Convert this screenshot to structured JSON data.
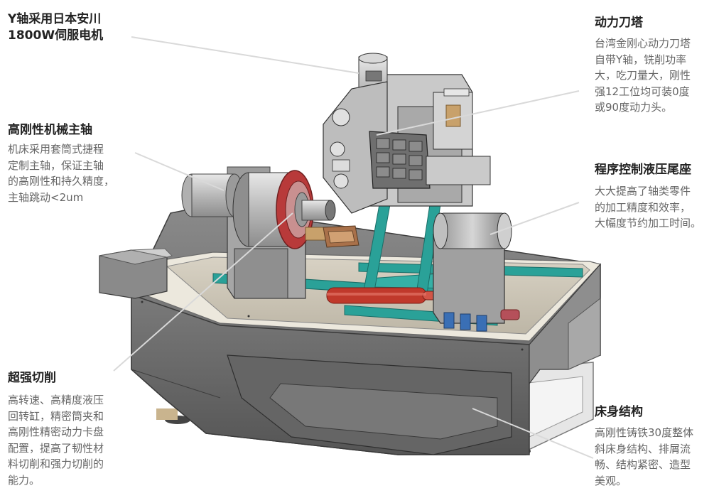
{
  "annotations": {
    "y_axis_motor": {
      "title": [
        "Y轴采用日本安川",
        "1800W伺服电机"
      ]
    },
    "spindle": {
      "title": "高刚性机械主轴",
      "desc": [
        "机床采用套筒式捷程",
        "定制主轴，保证主轴",
        "的高刚性和持久精度，",
        "主轴跳动<2um"
      ]
    },
    "cutting": {
      "title": "超强切削",
      "desc": [
        "高转速、高精度液压",
        "回转缸，精密筒夹和",
        "高刚性精密动力卡盘",
        "配置，提高了韧性材",
        "料切削和强力切削的",
        "能力。"
      ]
    },
    "turret": {
      "title": "动力刀塔",
      "desc": [
        "台湾金刚心动力刀塔",
        "自带Y轴，铣削功率",
        "大，吃刀量大，刚性",
        "强12工位均可装0度",
        "或90度动力头。"
      ]
    },
    "tailstock": {
      "title": "程序控制液压尾座",
      "desc": [
        "大大提高了轴类零件",
        "的加工精度和效率，",
        "大幅度节约加工时间。"
      ]
    },
    "bed": {
      "title": "床身结构",
      "desc": [
        "高刚性铸铁30度整体",
        "斜床身结构、排屑流",
        "畅、结构紧密、造型",
        "美观。"
      ]
    }
  },
  "colors": {
    "leader_line": "#d9d9d9",
    "body_gray": "#6e6e6e",
    "rail_teal": "#2aa198",
    "chuck_red": "#b83a3a",
    "cylinder_red": "#c0392b",
    "blue_valve": "#3a6fb5",
    "wood_brass": "#c8a16b"
  }
}
